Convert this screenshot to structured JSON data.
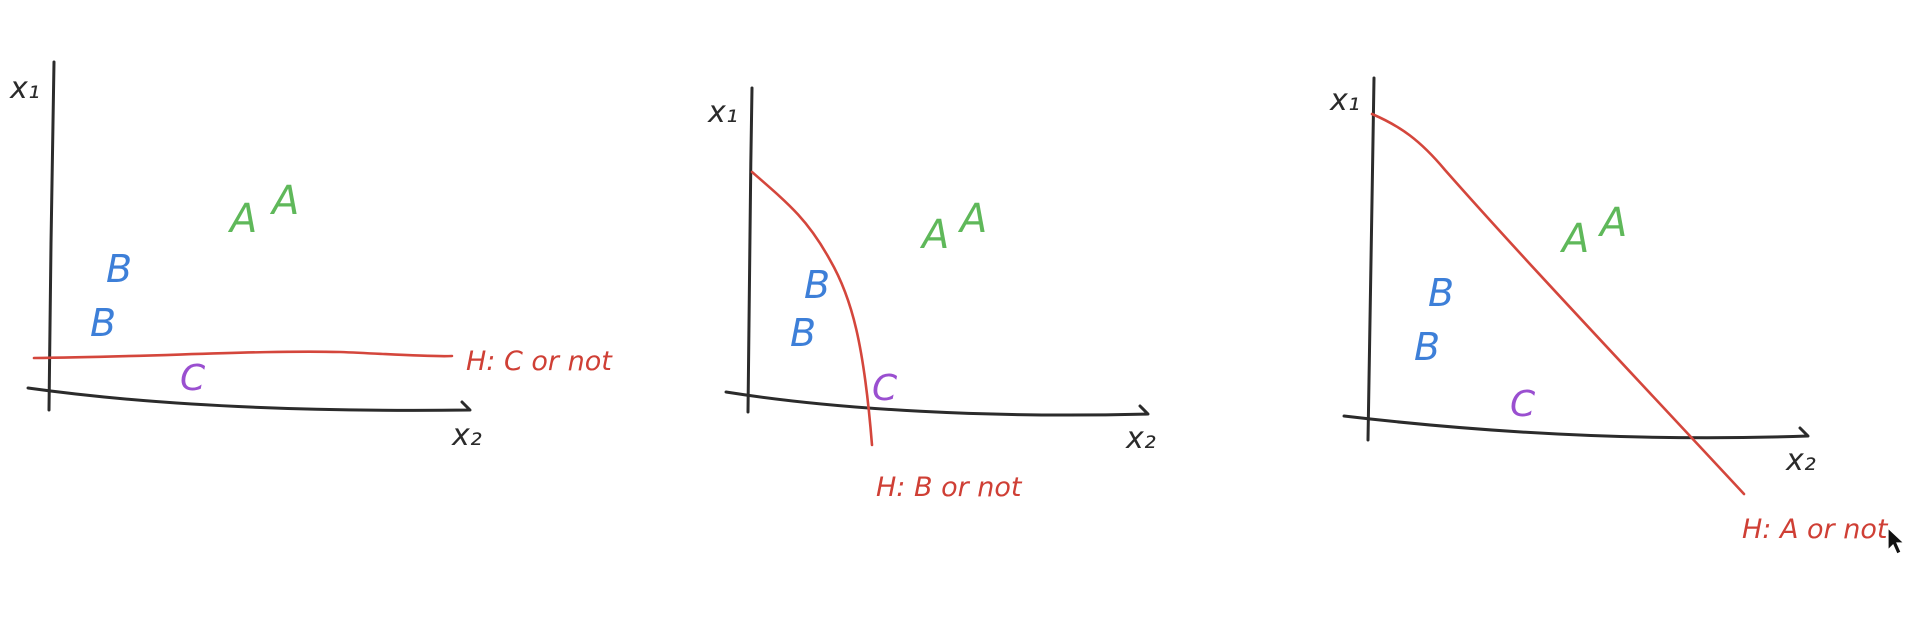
{
  "panels": [
    {
      "x_axis_label": "x₂",
      "y_axis_label": "x₁",
      "class_a": [
        "A",
        "A"
      ],
      "class_b": [
        "B",
        "B"
      ],
      "class_c": [
        "C"
      ],
      "hypothesis_label": "H: C or not"
    },
    {
      "x_axis_label": "x₂",
      "y_axis_label": "x₁",
      "class_a": [
        "A",
        "A"
      ],
      "class_b": [
        "B",
        "B"
      ],
      "class_c": [
        "C"
      ],
      "hypothesis_label": "H: B or not"
    },
    {
      "x_axis_label": "x₂",
      "y_axis_label": "x₁",
      "class_a": [
        "A",
        "A"
      ],
      "class_b": [
        "B",
        "B"
      ],
      "class_c": [
        "C"
      ],
      "hypothesis_label": "H: A or not"
    }
  ],
  "colors": {
    "axis": "#2b2b2b",
    "class_a": "#5fb85a",
    "class_b": "#3d7fd8",
    "class_c": "#9a4fd0",
    "boundary": "#d4463c"
  },
  "icons": {
    "cursor": "mouse-pointer-icon"
  }
}
